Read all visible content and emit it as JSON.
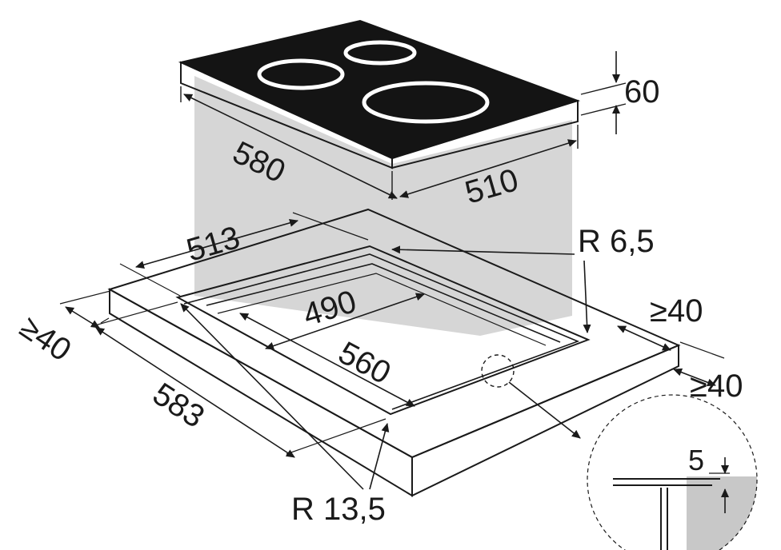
{
  "dimensions": {
    "hob_height": "60",
    "hob_depth": "580",
    "hob_width": "510",
    "cutout_outer": "513",
    "corner_radius_small": "R 6,5",
    "inner_width": "490",
    "min_side_clearance": "≥40",
    "inner_length": "560",
    "min_front_clearance": "≥40",
    "min_back_clearance": "≥40",
    "outer_length": "583",
    "corner_radius_large": "R 13,5",
    "detail_offset": "5"
  },
  "colors": {
    "hob_top": "#141414",
    "shadow_gray": "#d6d6d6",
    "detail_gray": "#c8c8c8",
    "line": "#1a1a1a"
  },
  "icons": [
    "zone-ring-icon",
    "arrowhead-icon",
    "detail-circle-icon"
  ]
}
